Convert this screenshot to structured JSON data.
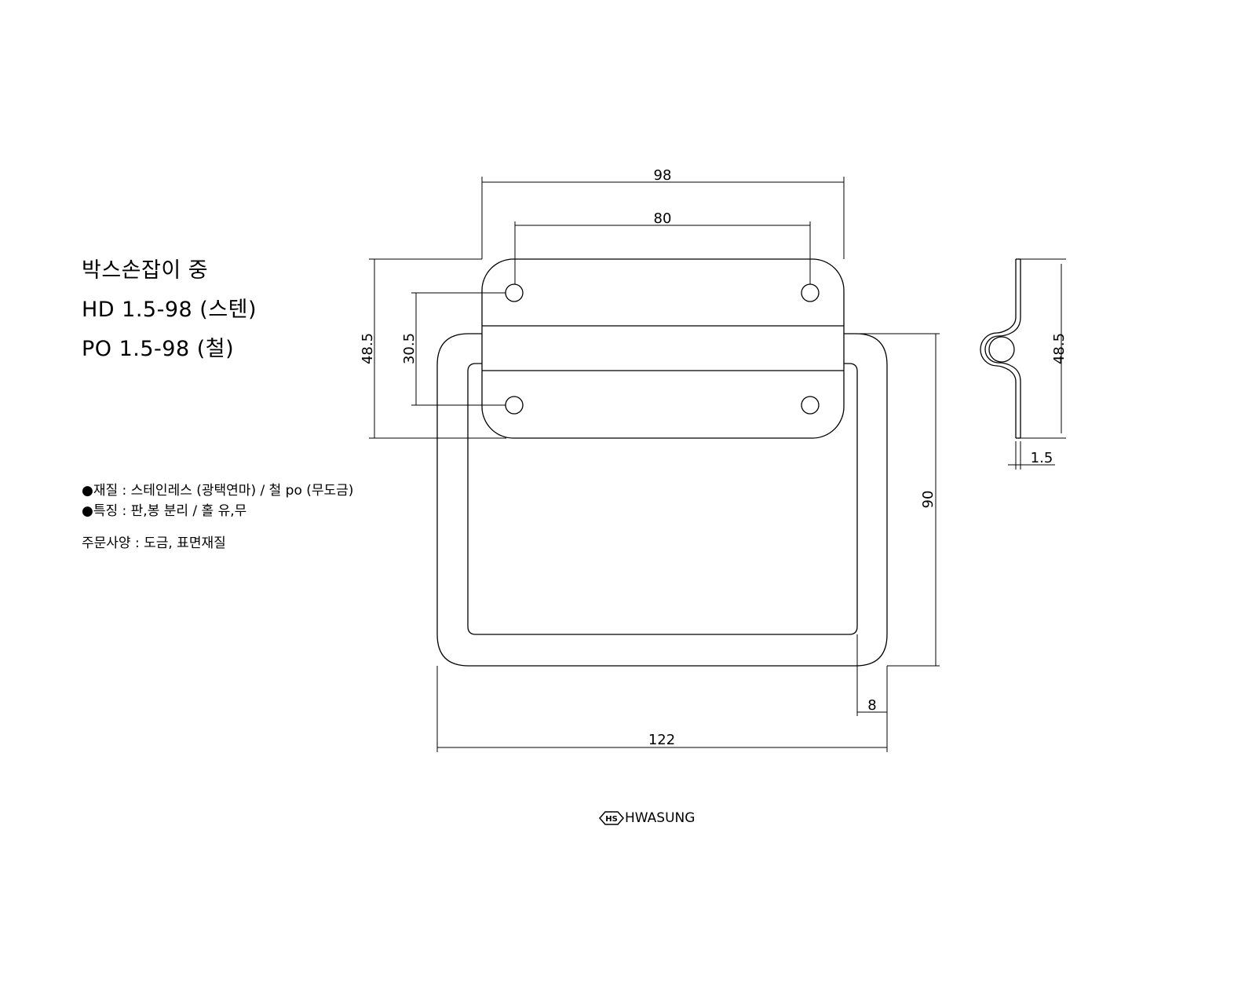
{
  "title_block": {
    "name": "박스손잡이 중",
    "model_1": "HD 1.5-98 (스텐)",
    "model_2": "PO 1.5-98 (철)"
  },
  "notes": {
    "material": "●재질 : 스테인레스 (광택연마) / 철 po (무도금)",
    "feature": "●특징 : 판,봉 분리 / 홀 유,무",
    "order_spec": "주문사양 : 도금, 표면재질"
  },
  "dimensions": {
    "plate_width": "98",
    "hole_spacing_x": "80",
    "plate_height": "48.5",
    "hole_spacing_y": "30.5",
    "handle_height": "90",
    "rod_offset": "8",
    "handle_width": "122",
    "side_height": "48.5",
    "thickness": "1.5"
  },
  "logo": {
    "mark": "HS",
    "text": "HWASUNG"
  }
}
